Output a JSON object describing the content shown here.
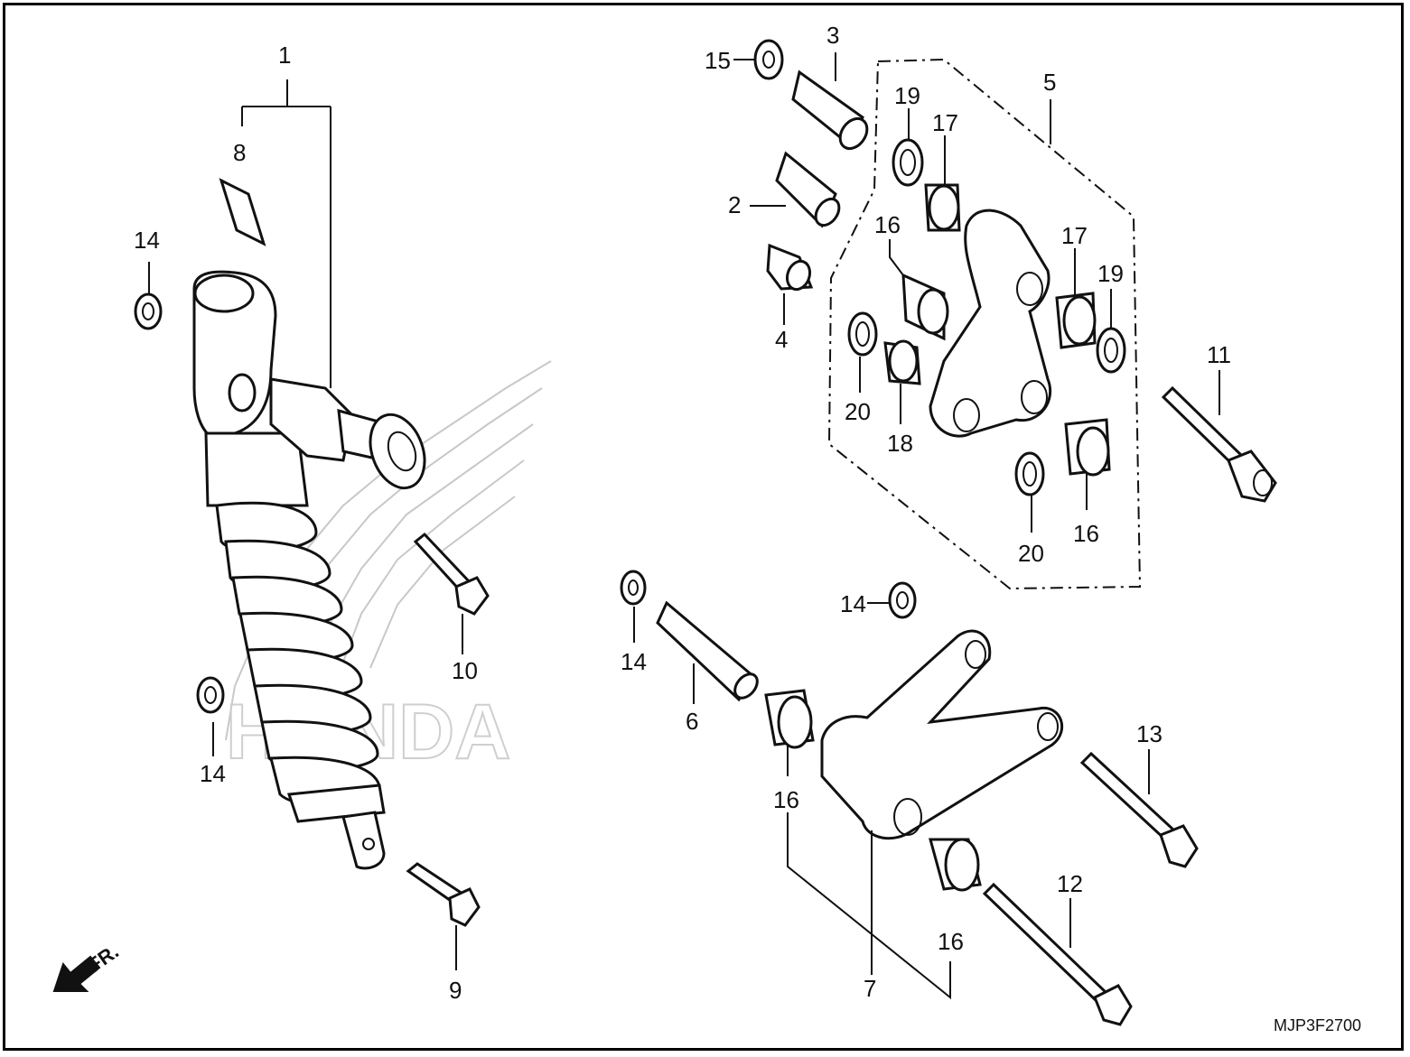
{
  "diagram": {
    "drawing_code": "MJP3F2700",
    "front_indicator": "FR.",
    "watermark": "HONDA",
    "callouts": [
      {
        "id": "c1",
        "label": "1"
      },
      {
        "id": "c2",
        "label": "2"
      },
      {
        "id": "c3",
        "label": "3"
      },
      {
        "id": "c4",
        "label": "4"
      },
      {
        "id": "c5",
        "label": "5"
      },
      {
        "id": "c6",
        "label": "6"
      },
      {
        "id": "c7",
        "label": "7"
      },
      {
        "id": "c8",
        "label": "8"
      },
      {
        "id": "c9",
        "label": "9"
      },
      {
        "id": "c10",
        "label": "10"
      },
      {
        "id": "c11",
        "label": "11"
      },
      {
        "id": "c12",
        "label": "12"
      },
      {
        "id": "c13",
        "label": "13"
      },
      {
        "id": "c14a",
        "label": "14"
      },
      {
        "id": "c14b",
        "label": "14"
      },
      {
        "id": "c14c",
        "label": "14"
      },
      {
        "id": "c14d",
        "label": "14"
      },
      {
        "id": "c15",
        "label": "15"
      },
      {
        "id": "c16a",
        "label": "16"
      },
      {
        "id": "c16b",
        "label": "16"
      },
      {
        "id": "c16c",
        "label": "16"
      },
      {
        "id": "c16d",
        "label": "16"
      },
      {
        "id": "c17a",
        "label": "17"
      },
      {
        "id": "c17b",
        "label": "17"
      },
      {
        "id": "c18",
        "label": "18"
      },
      {
        "id": "c19a",
        "label": "19"
      },
      {
        "id": "c19b",
        "label": "19"
      },
      {
        "id": "c20a",
        "label": "20"
      },
      {
        "id": "c20b",
        "label": "20"
      }
    ]
  }
}
